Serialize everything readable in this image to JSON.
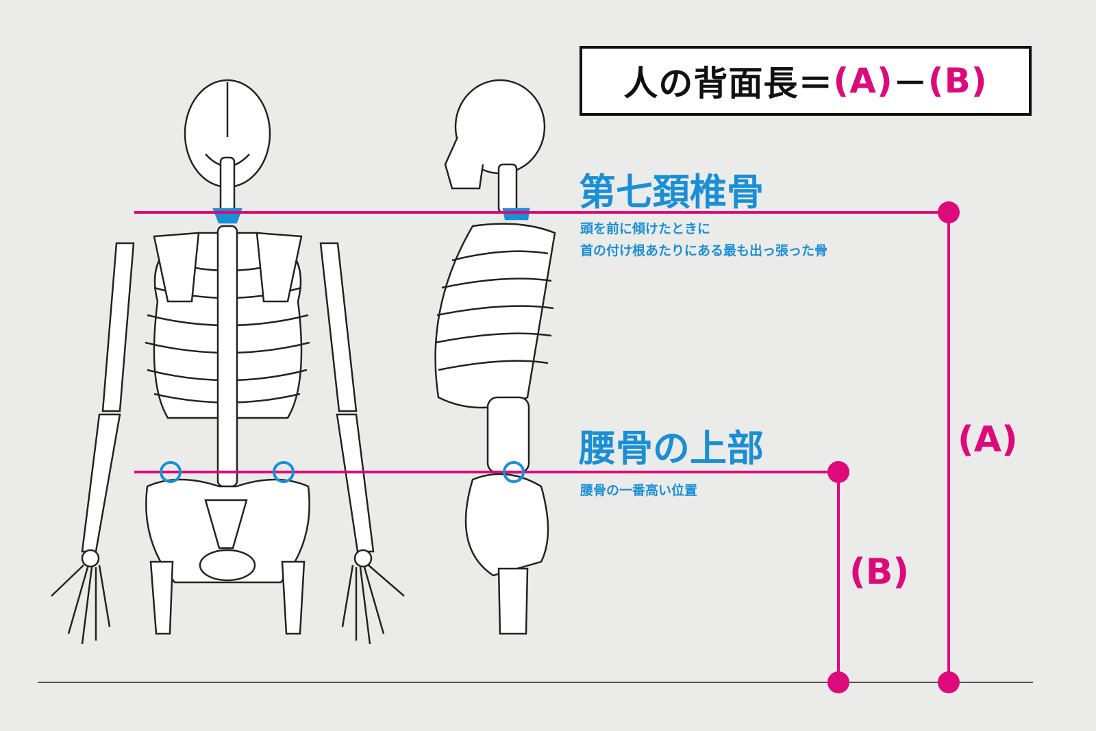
{
  "formula": {
    "prefix": "人の背面長＝",
    "a": "(A)",
    "minus": "－",
    "b": "(B)"
  },
  "c7": {
    "title": "第七頚椎骨",
    "desc_line1": "頭を前に傾けたときに",
    "desc_line2": "首の付け根あたりにある最も出っ張った骨"
  },
  "hip": {
    "title": "腰骨の上部",
    "desc": "腰骨の一番高い位置"
  },
  "labels": {
    "a": "(A)",
    "b": "(B)"
  },
  "colors": {
    "background": "#ebebe9",
    "measure": "#dc0a7a",
    "landmark": "#1a8fd6"
  }
}
